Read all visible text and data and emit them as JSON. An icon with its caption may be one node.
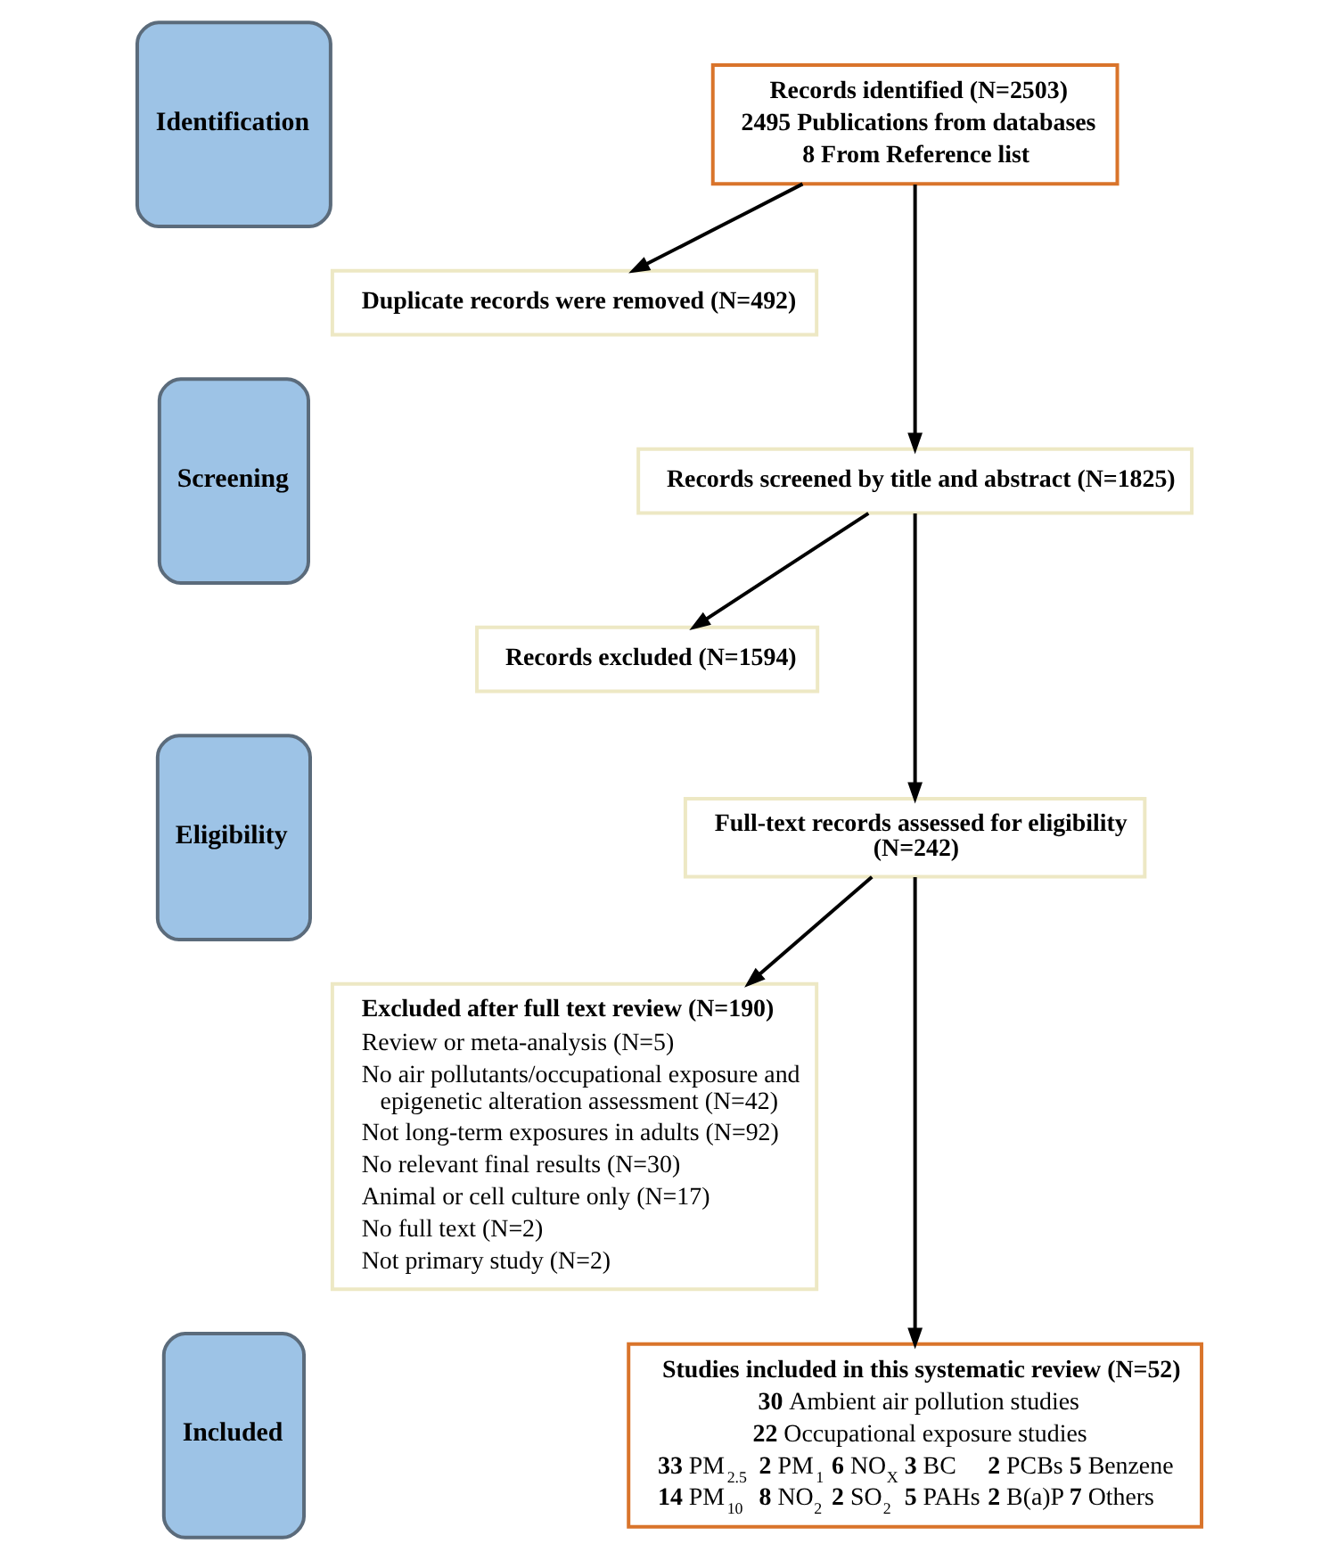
{
  "diagram": {
    "nodes": [
      {
        "text": [
          "Identification"
        ]
      },
      {
        "text": [
          "Screening"
        ]
      },
      {
        "text": [
          "Eligibility"
        ]
      },
      {
        "text": [
          "Included"
        ]
      },
      {
        "text": [
          "Records identified (N=2503)",
          "2495 Publications from databases",
          "8 From Reference list"
        ]
      },
      {
        "text": [
          "Duplicate records were removed (N=492)"
        ]
      },
      {
        "text": [
          "Records screened by title and abstract (N=1825)"
        ]
      },
      {
        "text": [
          "Records excluded (N=1594)"
        ]
      },
      {
        "text": [
          "Full-text records assessed for eligibility (N=242)"
        ]
      },
      {
        "text": [
          "Excluded after full text review (N=190)",
          "Review or meta-analysis (N=5)",
          "No air pollutants/occupational exposure and epigenetic alteration assessment (N=42)",
          "Not long-term exposures in adults (N=92)",
          "No relevant final results (N=30)",
          "Animal or cell culture only (N=17)",
          "No full text (N=2)",
          "Not primary study (N=2)"
        ]
      },
      {
        "text": [
          "Studies included in this systematic review (N=52)",
          "**30** Ambient air pollution studies",
          "**22** Occupational exposure studies",
          "**33** PM$_{2.5}$",
          "**2** PM$_{1}$",
          "**6** NO$_{X}$",
          "**3** BC",
          "**2** PCBs",
          "**5** Benzene",
          "**14** PM$_{10}$",
          "**8** NO$_{2}$",
          "**2** SO$_{2}$",
          "**5** PAHs",
          "**2** B(a)P",
          "**7** Others"
        ]
      }
    ],
    "edges": [
      {
        "from": 4,
        "to": 6,
        "arrow": "to"
      },
      {
        "from": 4,
        "to": 5,
        "arrow": "to"
      },
      {
        "from": 6,
        "to": 8,
        "arrow": "to"
      },
      {
        "from": 6,
        "to": 7,
        "arrow": "to"
      },
      {
        "from": 8,
        "to": 10,
        "arrow": "to"
      },
      {
        "from": 8,
        "to": 9,
        "arrow": "to"
      }
    ]
  }
}
